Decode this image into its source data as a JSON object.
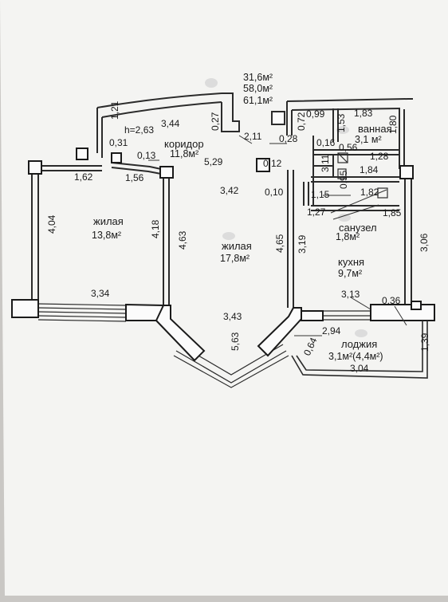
{
  "totals": {
    "living_area": "31,6м²",
    "total_area": "58,0м²",
    "total_with_loggia": "61,1м²"
  },
  "ceiling_height": "h=2,63",
  "rooms": {
    "corridor": {
      "name": "коридор",
      "area": "11,8м²"
    },
    "bathroom": {
      "name": "ванная",
      "area": "3,1 м²"
    },
    "living1": {
      "name": "жилая",
      "area": "13,8м²"
    },
    "living2": {
      "name": "жилая",
      "area": "17,8м²"
    },
    "wc": {
      "name": "санузел",
      "area": "1,8м²"
    },
    "kitchen": {
      "name": "кухня",
      "area": "9,7м²"
    },
    "loggia": {
      "name": "лоджия",
      "area": "3,1м²(4,4м²)"
    }
  },
  "dims": {
    "d_121": "1,21",
    "d_344": "3,44",
    "d_027": "0,27",
    "d_072": "0,72",
    "d_099": "0,99",
    "d_183": "1,83",
    "d_153": "1,53",
    "d_180": "1,80",
    "d_031": "0,31",
    "d_211": "2,11",
    "d_028": "0,28",
    "d_016": "0,16",
    "d_056": "0,56",
    "d_128": "1,28",
    "d_013": "0,13",
    "d_529": "5,29",
    "d_012": "0,12",
    "d_311": "3,11",
    "d_184": "1,84",
    "d_162": "1,62",
    "d_156": "1,56",
    "d_095": "0,95",
    "d_342": "3,42",
    "d_010": "0,10",
    "d_115": "1,15",
    "d_182": "1,82",
    "d_127": "1,27",
    "d_185": "1,85",
    "d_404": "4,04",
    "d_418": "4,18",
    "d_463": "4,63",
    "d_465": "4,65",
    "d_319": "3,19",
    "d_306": "3,06",
    "d_334": "3,34",
    "d_313": "3,13",
    "d_036": "0,36",
    "d_343": "3,43",
    "d_294": "2,94",
    "d_563": "5,63",
    "d_064": "0,64",
    "d_139": "1,39",
    "d_304": "3,04"
  },
  "colors": {
    "photo_background": "#c9c7c4",
    "paper": "#f4f4f2",
    "ink": "#1a1a1a"
  }
}
